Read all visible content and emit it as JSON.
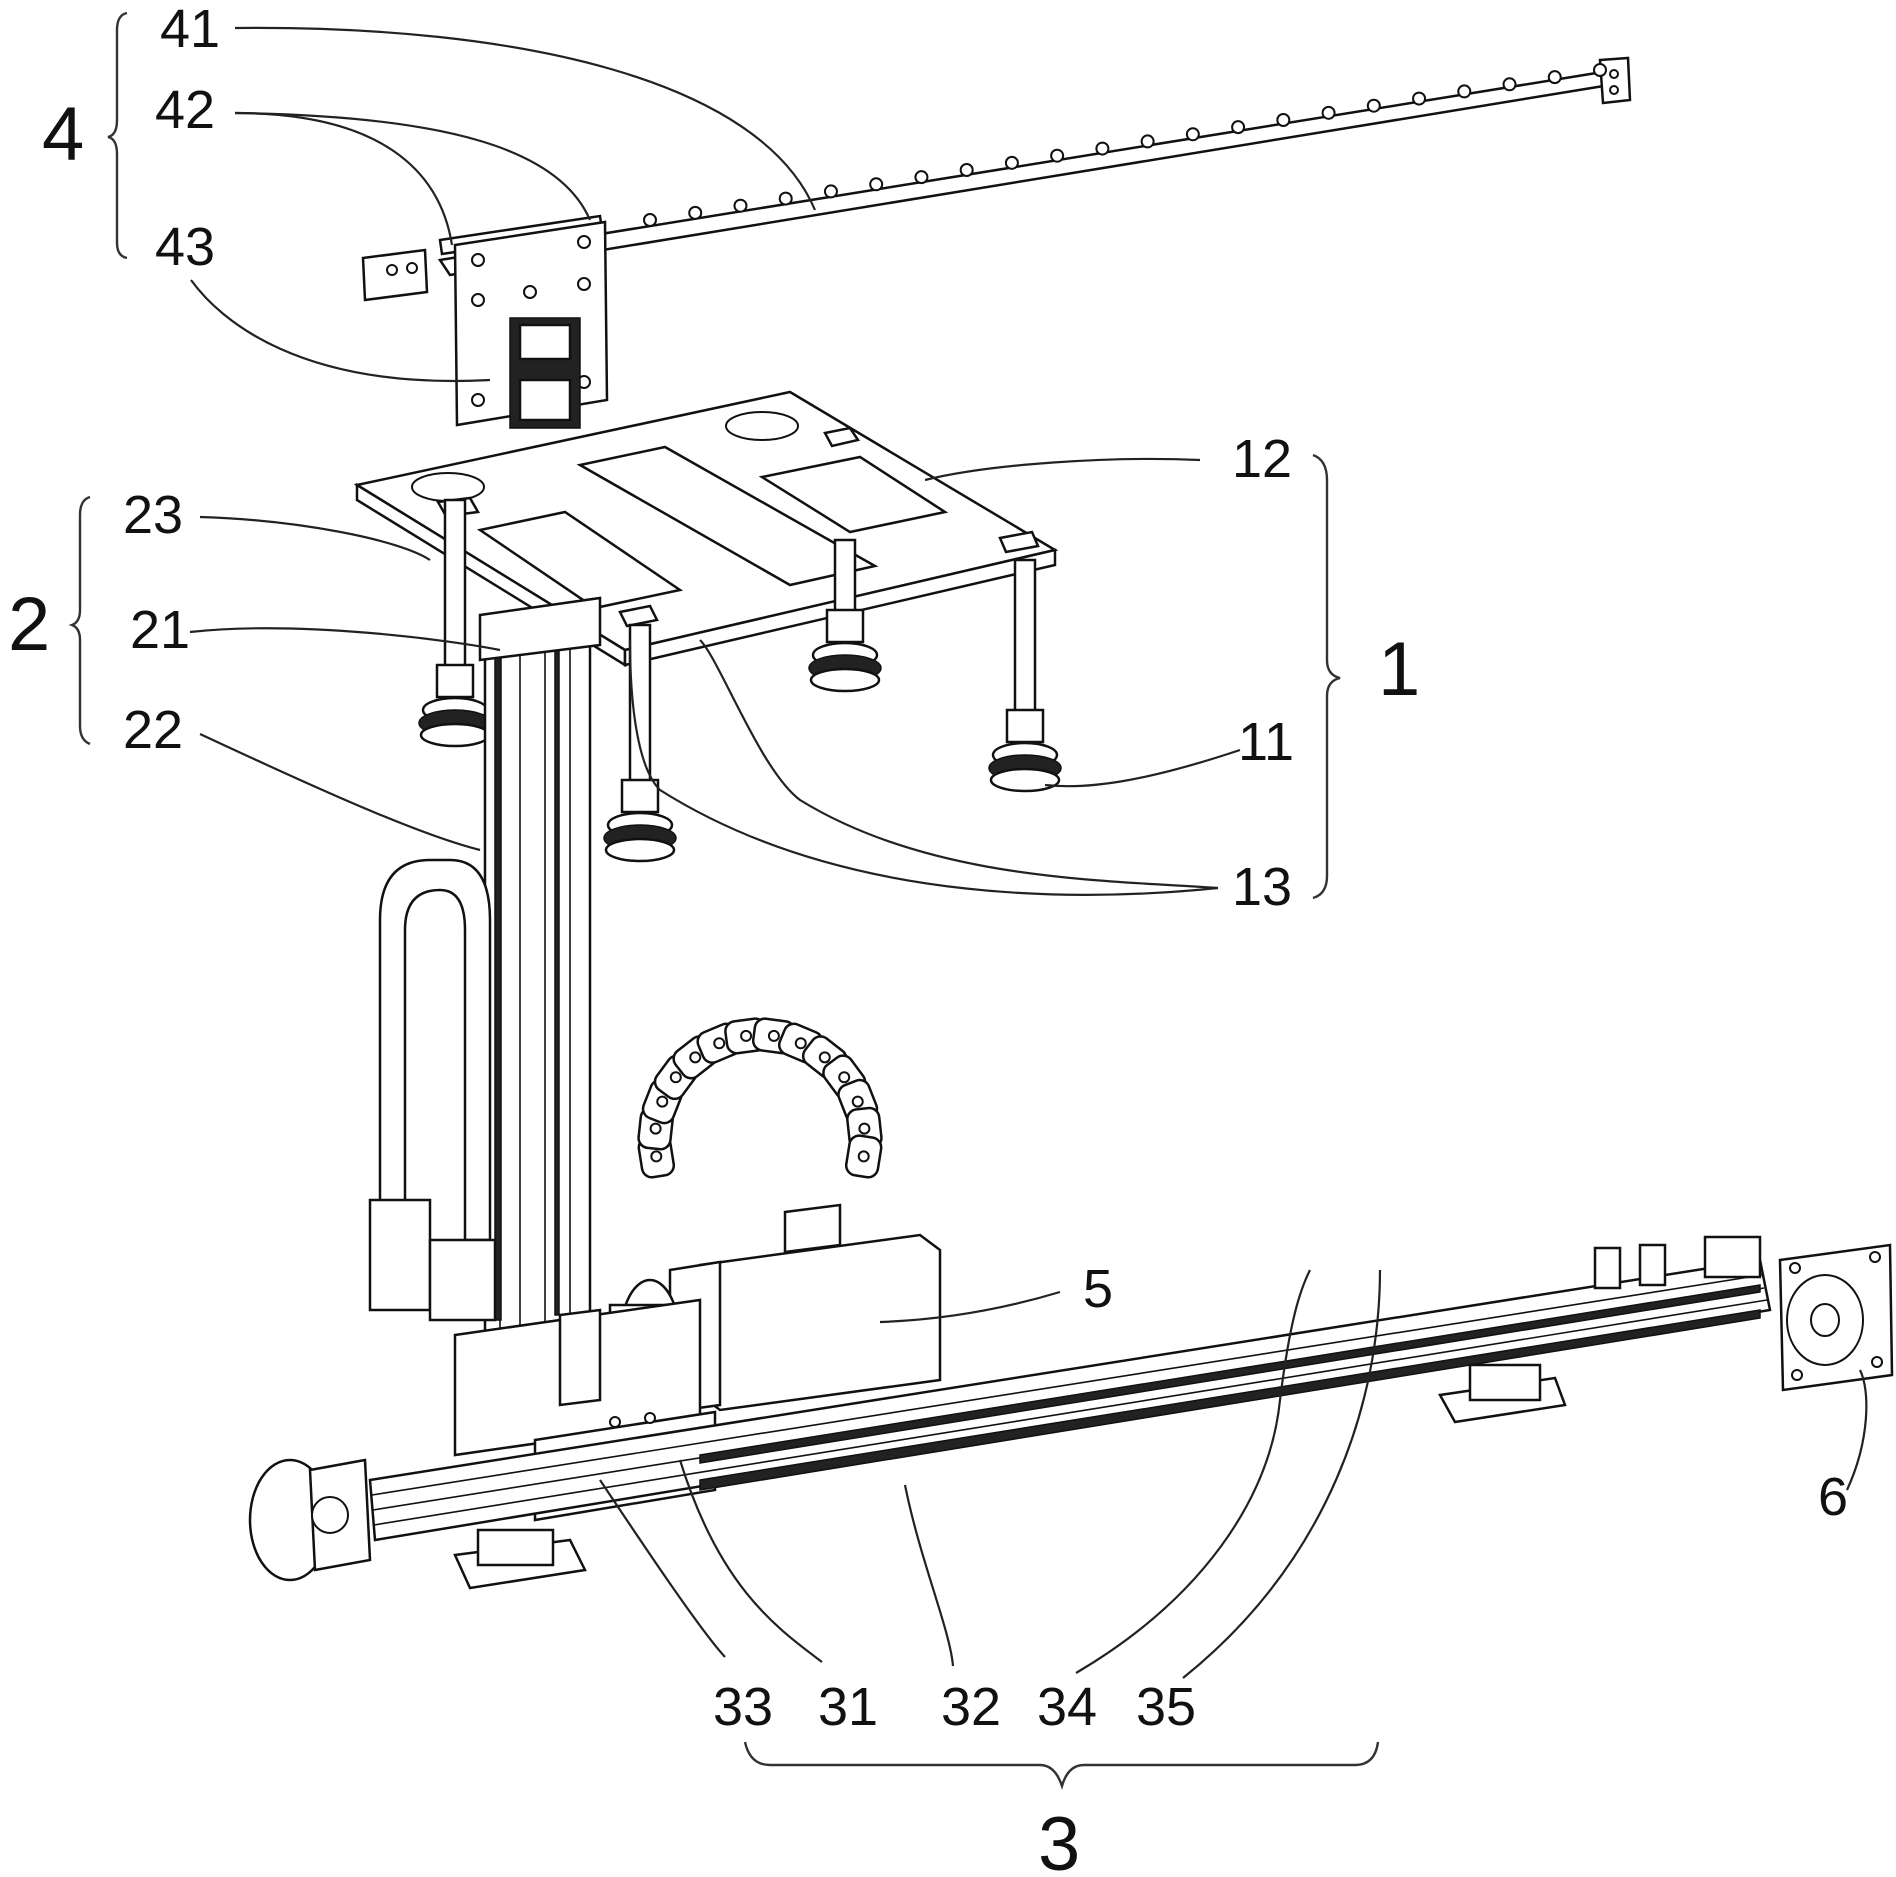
{
  "figure": {
    "type": "patent-mechanical-drawing",
    "subject": "gantry pick-and-place mechanism with suction cups"
  },
  "assemblies": [
    {
      "id": "1",
      "label": "1",
      "parts": [
        "11",
        "12",
        "13"
      ]
    },
    {
      "id": "2",
      "label": "2",
      "parts": [
        "21",
        "22",
        "23"
      ]
    },
    {
      "id": "3",
      "label": "3",
      "parts": [
        "31",
        "32",
        "33",
        "34",
        "35"
      ]
    },
    {
      "id": "4",
      "label": "4",
      "parts": [
        "41",
        "42",
        "43"
      ]
    }
  ],
  "labels": {
    "l41": "41",
    "l42": "42",
    "l43": "43",
    "g4": "4",
    "l23": "23",
    "l21": "21",
    "l22": "22",
    "g2": "2",
    "l12": "12",
    "l11": "11",
    "l13": "13",
    "g1": "1",
    "l5": "5",
    "l6": "6",
    "l33": "33",
    "l31": "31",
    "l32": "32",
    "l34": "34",
    "l35": "35",
    "g3": "3"
  },
  "standalone_parts": [
    "5",
    "6"
  ]
}
